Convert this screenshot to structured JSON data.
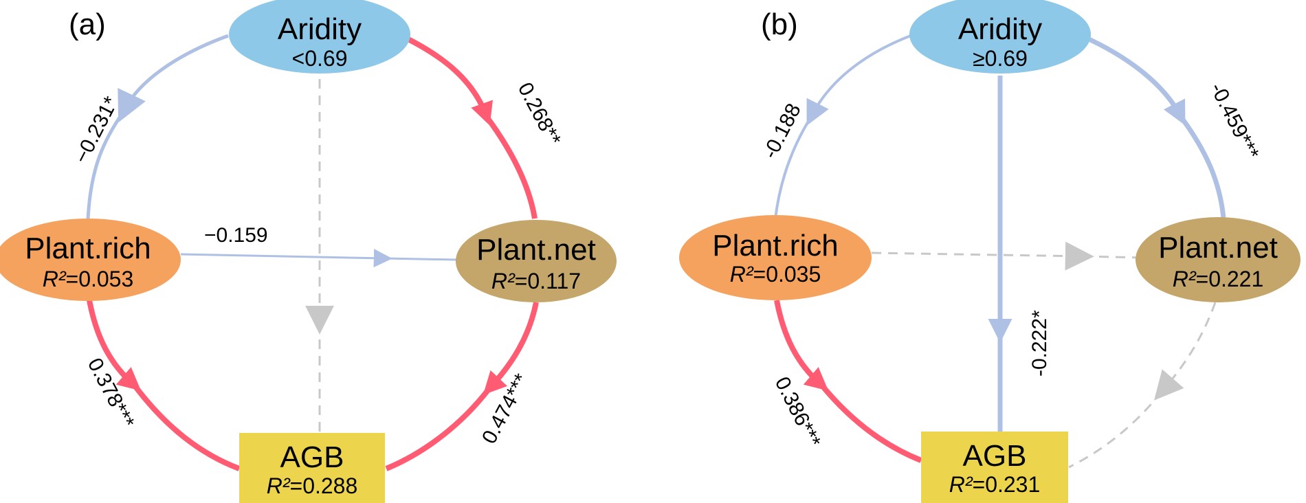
{
  "panels": [
    {
      "label": "(a)",
      "aridity": {
        "title": "Aridity",
        "condition": "<0.69"
      },
      "plant_rich": {
        "title": "Plant.rich",
        "r2_symbol": "R²",
        "r2_value": "=0.053"
      },
      "plant_net": {
        "title": "Plant.net",
        "r2_symbol": "R²",
        "r2_value": "=0.117"
      },
      "agb": {
        "title": "AGB",
        "r2_symbol": "R²",
        "r2_value": "=0.288"
      },
      "paths": {
        "aridity_to_rich": "−0.231*",
        "aridity_to_net": "0.268**",
        "rich_to_net": "−0.159",
        "rich_to_agb": "0.378***",
        "net_to_agb": "0.474***",
        "aridity_to_agb": ""
      }
    },
    {
      "label": "(b)",
      "aridity": {
        "title": "Aridity",
        "condition": "≥0.69"
      },
      "plant_rich": {
        "title": "Plant.rich",
        "r2_symbol": "R²",
        "r2_value": "=0.035"
      },
      "plant_net": {
        "title": "Plant.net",
        "r2_symbol": "R²",
        "r2_value": "=0.221"
      },
      "agb": {
        "title": "AGB",
        "r2_symbol": "R²",
        "r2_value": "=0.231"
      },
      "paths": {
        "aridity_to_rich": "-0.188",
        "aridity_to_net": "-0.459***",
        "aridity_to_agb": "-0.222*",
        "rich_to_agb": "0.386***",
        "rich_to_net": "",
        "net_to_agb": ""
      }
    }
  ],
  "colors": {
    "positive_path": "#ff5c73",
    "negative_path": "#aec0e3",
    "nonsignificant_path": "#c8c8c8",
    "aridity_fill": "#8ec8e8",
    "plant_rich_fill": "#f5a25e",
    "plant_net_fill": "#c4a56a",
    "agb_fill": "#ecd54c"
  }
}
